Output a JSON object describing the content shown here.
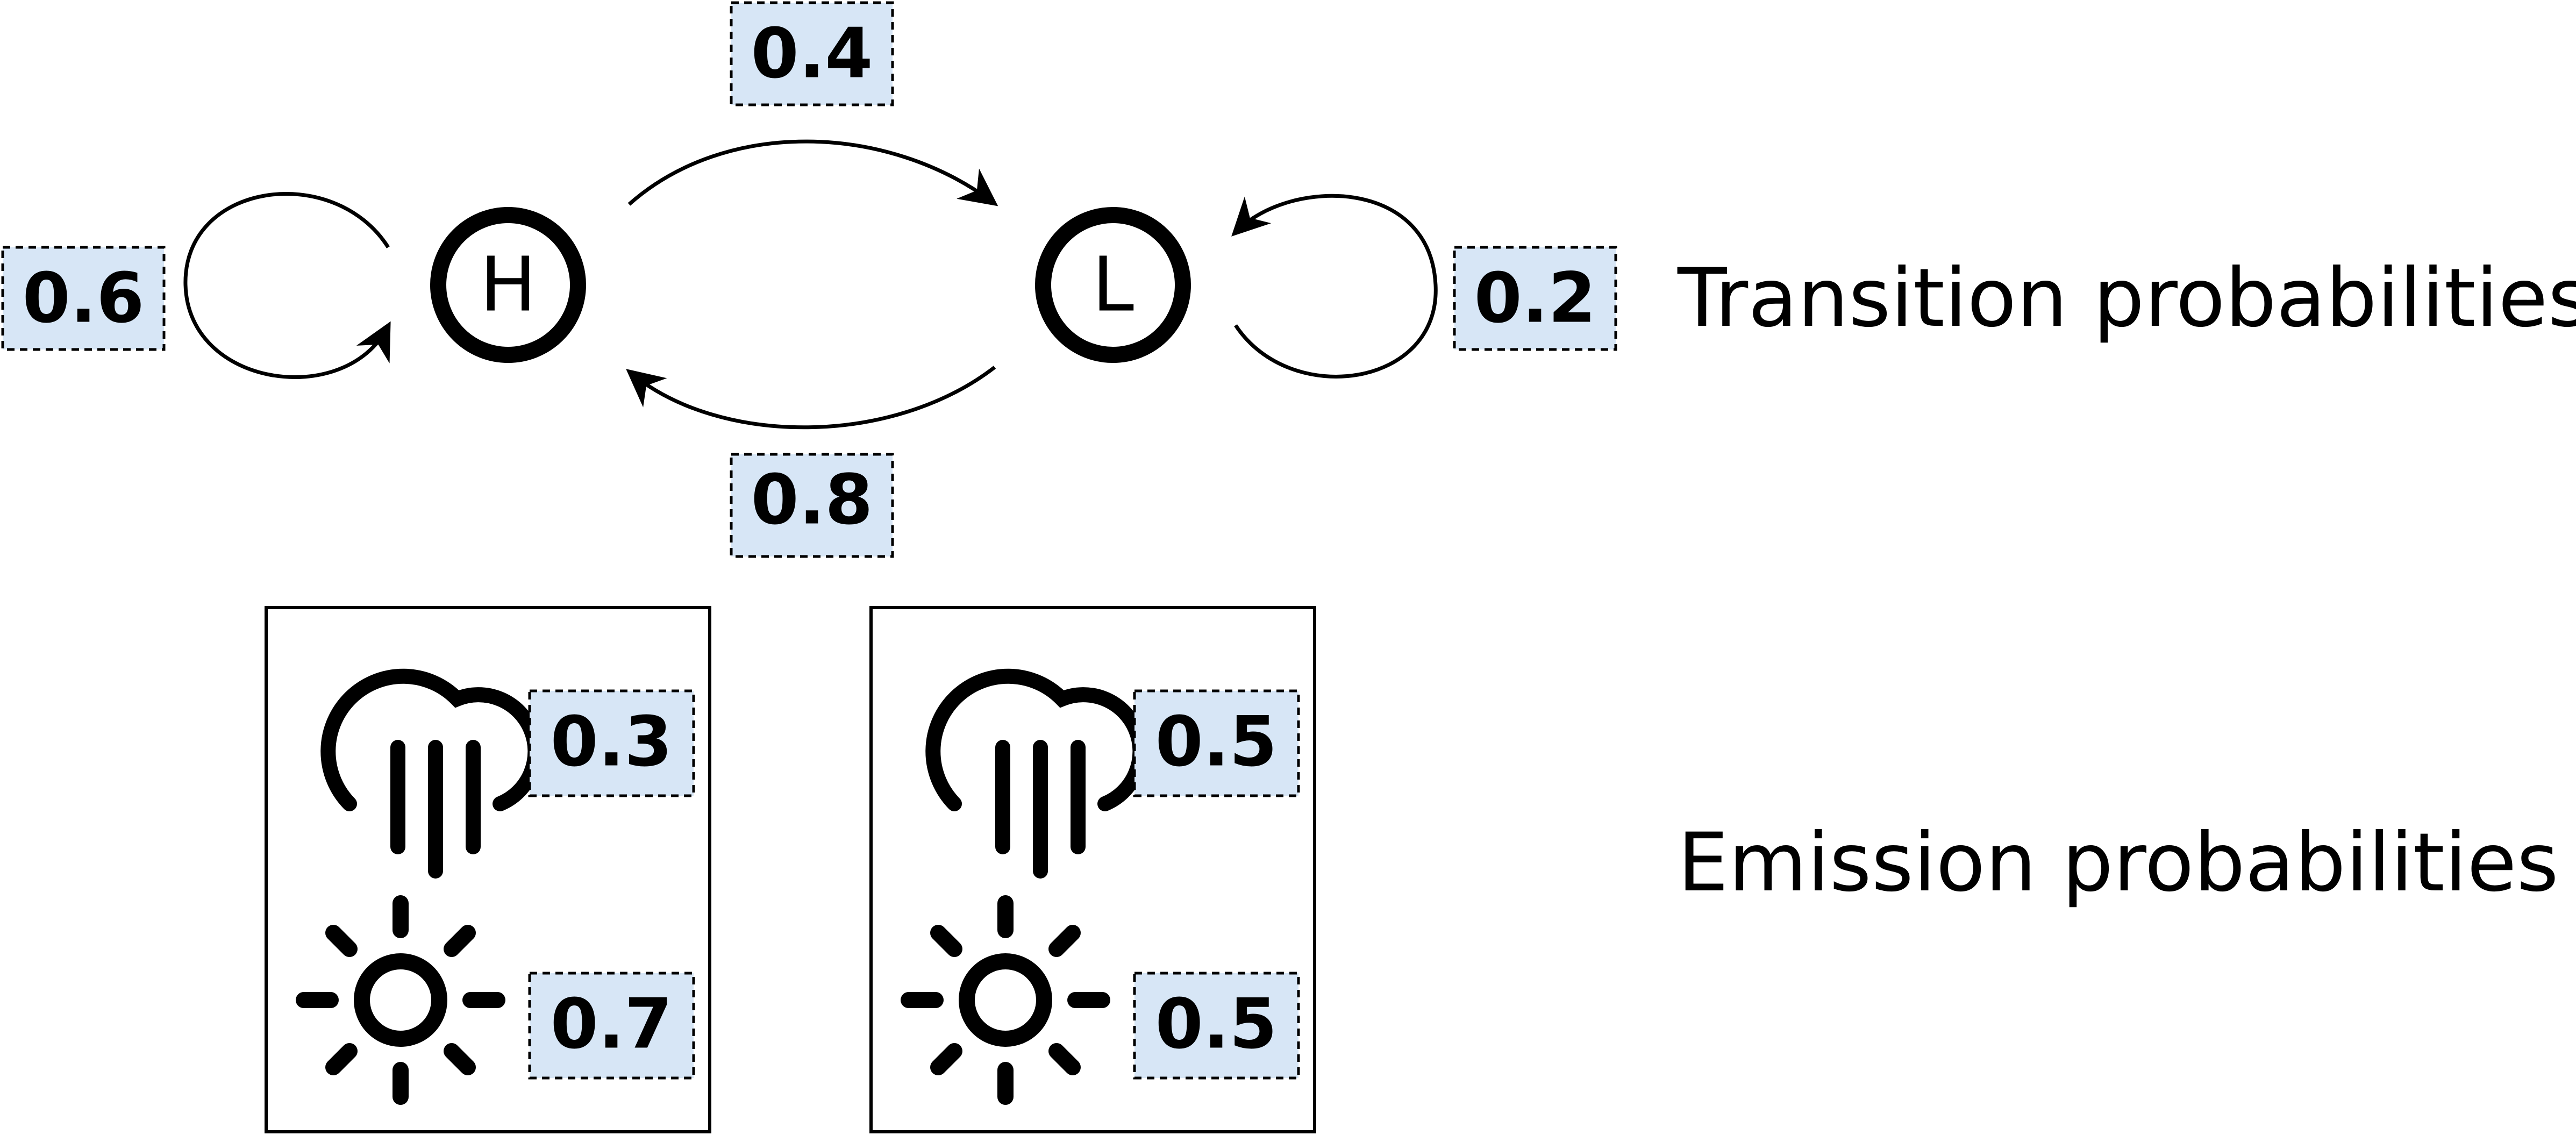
{
  "colors": {
    "box_fill": "#d7e6f6",
    "line": "#000000",
    "background": "#ffffff"
  },
  "states": [
    {
      "id": "H",
      "label": "H"
    },
    {
      "id": "L",
      "label": "L"
    }
  ],
  "transitions": {
    "H_to_H": "0.6",
    "H_to_L": "0.4",
    "L_to_H": "0.8",
    "L_to_L": "0.2"
  },
  "emissions": {
    "H": {
      "rain": "0.3",
      "sun": "0.7"
    },
    "L": {
      "rain": "0.5",
      "sun": "0.5"
    }
  },
  "icons": {
    "rain": "rain-cloud-icon",
    "sun": "sun-icon"
  },
  "labels": {
    "transition": "Transition probabilities",
    "emission": "Emission probabilities"
  }
}
